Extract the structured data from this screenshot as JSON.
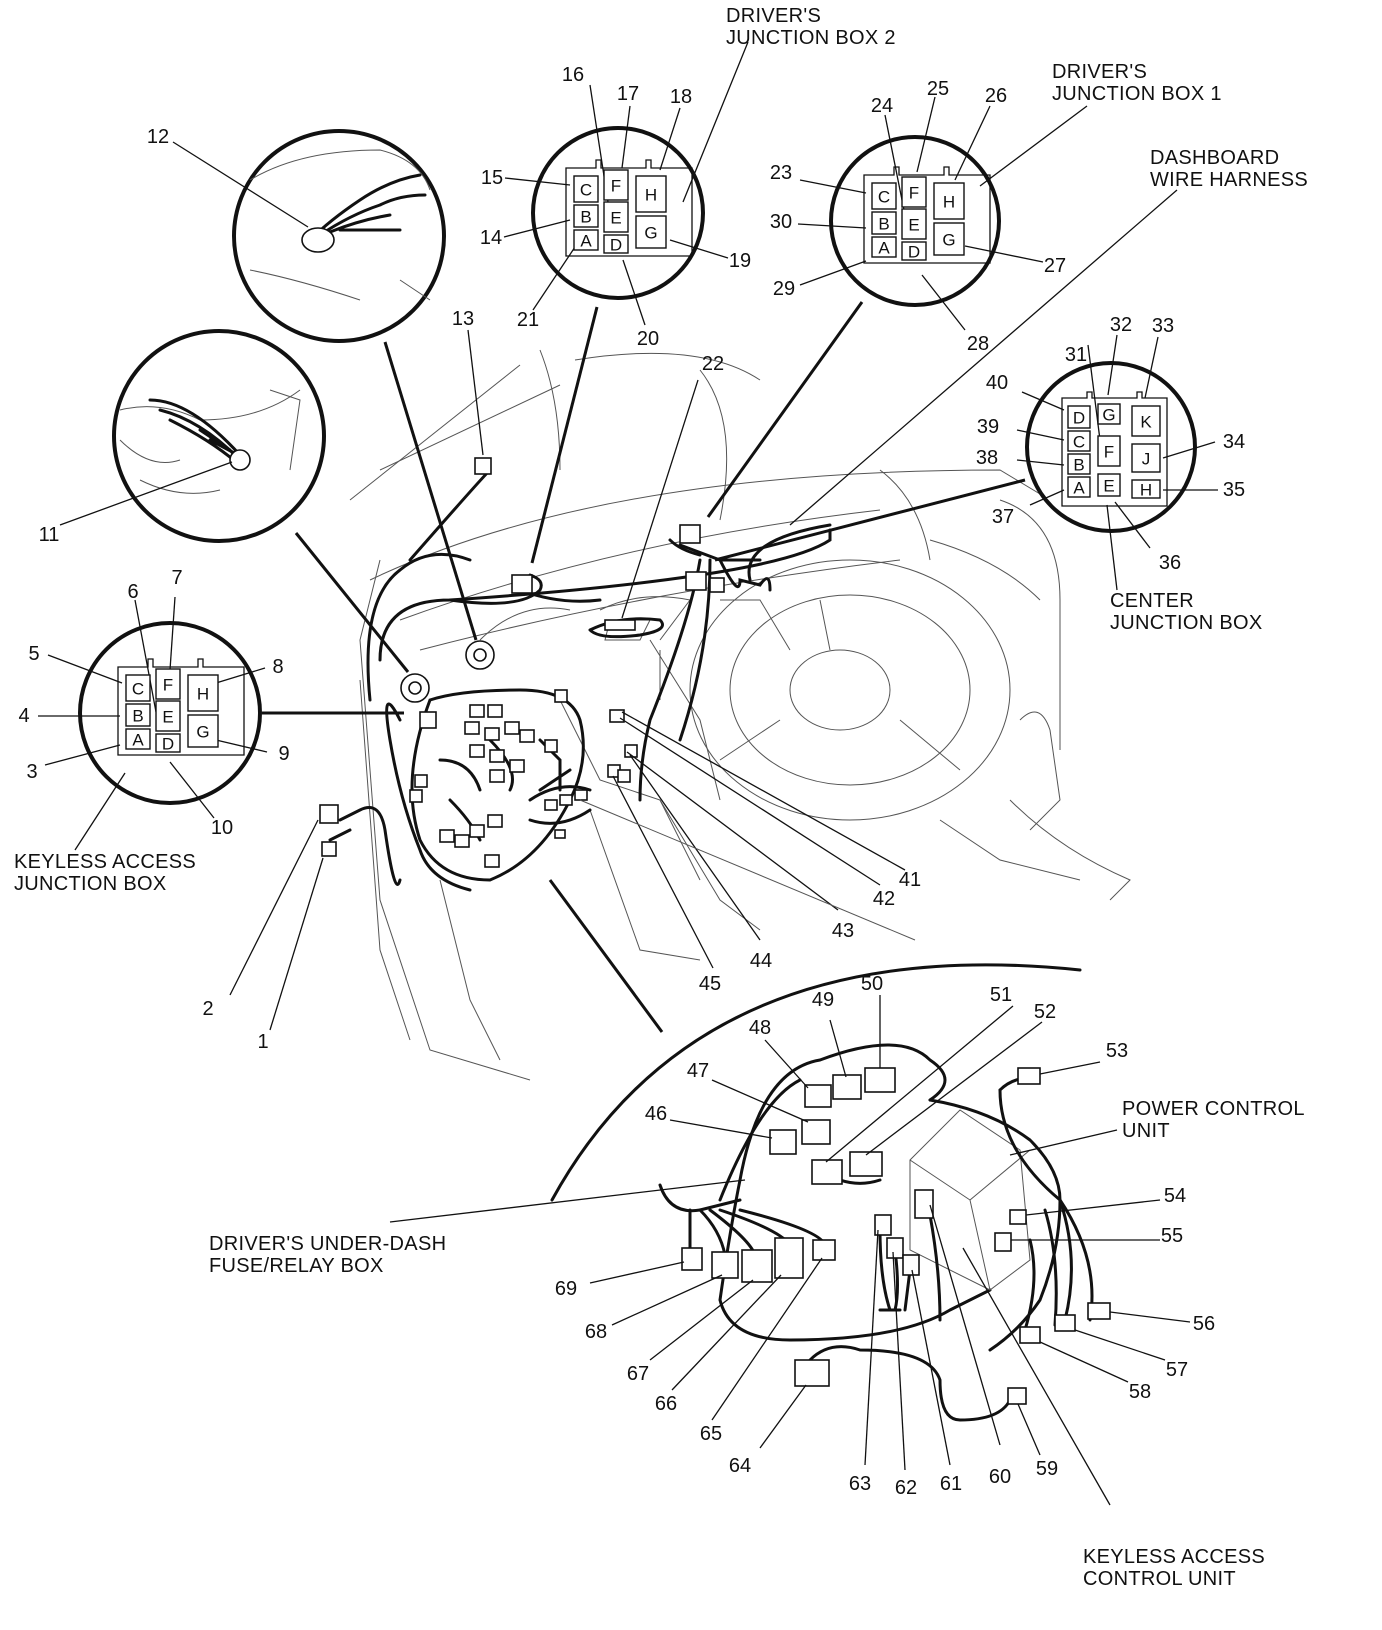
{
  "labels": {
    "djb2": [
      "DRIVER'S",
      "JUNCTION BOX 2"
    ],
    "djb1": [
      "DRIVER'S",
      "JUNCTION BOX 1"
    ],
    "dash_harness": [
      "DASHBOARD",
      "WIRE HARNESS"
    ],
    "center_jb": [
      "CENTER",
      "JUNCTION BOX"
    ],
    "keyless_jb": [
      "KEYLESS ACCESS",
      "JUNCTION BOX"
    ],
    "underdash": [
      "DRIVER'S UNDER-DASH",
      "FUSE/RELAY BOX"
    ],
    "pcu": [
      "POWER CONTROL",
      "UNIT"
    ],
    "keyless_cu": [
      "KEYLESS ACCESS",
      "CONTROL UNIT"
    ]
  },
  "callouts": [
    "1",
    "2",
    "3",
    "4",
    "5",
    "6",
    "7",
    "8",
    "9",
    "10",
    "11",
    "12",
    "13",
    "14",
    "15",
    "16",
    "17",
    "18",
    "19",
    "20",
    "21",
    "22",
    "23",
    "24",
    "25",
    "26",
    "27",
    "28",
    "29",
    "30",
    "31",
    "32",
    "33",
    "34",
    "35",
    "36",
    "37",
    "38",
    "39",
    "40",
    "41",
    "42",
    "43",
    "44",
    "45",
    "46",
    "47",
    "48",
    "49",
    "50",
    "51",
    "52",
    "53",
    "54",
    "55",
    "56",
    "57",
    "58",
    "59",
    "60",
    "61",
    "62",
    "63",
    "64",
    "65",
    "66",
    "67",
    "68",
    "69"
  ],
  "pins_8": [
    "A",
    "B",
    "C",
    "D",
    "E",
    "F",
    "G",
    "H"
  ],
  "pins_11": [
    "A",
    "B",
    "C",
    "D",
    "E",
    "F",
    "G",
    "H",
    "J",
    "K"
  ]
}
